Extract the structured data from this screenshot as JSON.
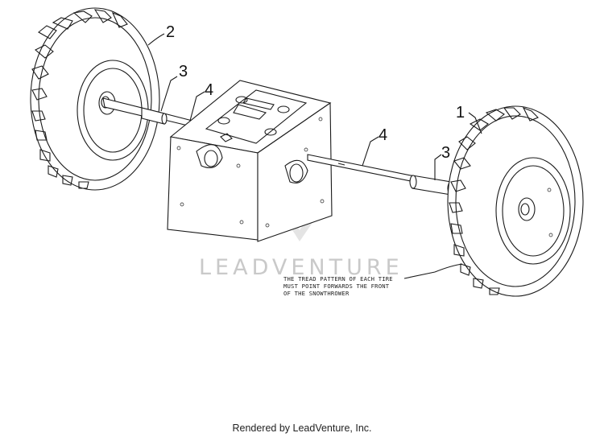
{
  "callouts": {
    "c1": "1",
    "c2": "2",
    "c3a": "3",
    "c3b": "3",
    "c4a": "4",
    "c4b": "4"
  },
  "note": {
    "line1": "THE TREAD PATTERN OF EACH TIRE",
    "line2": "MUST POINT FORWARDS THE FRONT",
    "line3": "OF THE SNOWTHROWER"
  },
  "watermark": "LEADVENTURE",
  "footer": "Rendered by LeadVenture, Inc."
}
